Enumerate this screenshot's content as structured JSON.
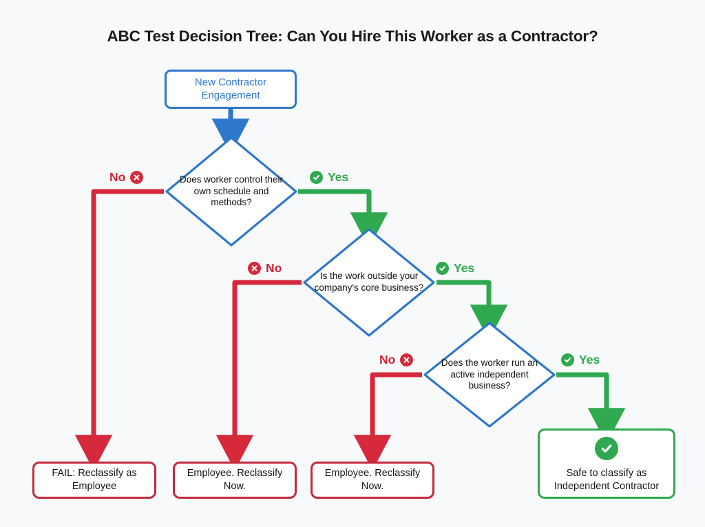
{
  "page": {
    "title": "ABC Test Decision Tree: Can You Hire This Worker as a Contractor?",
    "background_color": "#f7f9fa"
  },
  "colors": {
    "blue": "#2f77c9",
    "green": "#2fa84f",
    "red_line": "#d6293c",
    "red_border": "#c5283d",
    "text": "#141414"
  },
  "nodes": {
    "start": {
      "label": "New Contractor Engagement",
      "line1": "New Contractor",
      "line2": "Engagement",
      "type": "start",
      "color": "#2f77c9"
    },
    "decision_1": {
      "label": "Does worker control their own schedule and methods?",
      "type": "decision",
      "color": "#2f77c9"
    },
    "decision_2": {
      "label": "Is the work outside your company's core business?",
      "type": "decision",
      "color": "#2f77c9"
    },
    "decision_3": {
      "label": "Does the worker run an active independent business?",
      "type": "decision",
      "color": "#2f77c9"
    },
    "result_1": {
      "label": "FAIL: Reclassify as Employee",
      "type": "fail",
      "color": "#c5283d"
    },
    "result_2": {
      "label": "Employee. Reclassify Now.",
      "type": "fail",
      "color": "#c5283d"
    },
    "result_3": {
      "label": "Employee. Reclassify Now.",
      "type": "fail",
      "color": "#c5283d"
    },
    "result_4": {
      "label": "Safe to classify as Independent Contractor",
      "type": "pass",
      "color": "#2fa84f",
      "icon": "check-circle-icon"
    }
  },
  "edge_labels": {
    "no_1": {
      "text": "No",
      "icon": "x-circle-icon",
      "icon_side": "right",
      "color": "#cf2233"
    },
    "yes_1": {
      "text": "Yes",
      "icon": "check-circle-icon",
      "icon_side": "left",
      "color": "#2fa84f"
    },
    "no_2": {
      "text": "No",
      "icon": "x-circle-icon",
      "icon_side": "left",
      "color": "#cf2233"
    },
    "yes_2": {
      "text": "Yes",
      "icon": "check-circle-icon",
      "icon_side": "left",
      "color": "#2fa84f"
    },
    "no_3": {
      "text": "No",
      "icon": "x-circle-icon",
      "icon_side": "right",
      "color": "#cf2233"
    },
    "yes_3": {
      "text": "Yes",
      "icon": "check-circle-icon",
      "icon_side": "left",
      "color": "#2fa84f"
    }
  },
  "chart_data": {
    "type": "diagram",
    "diagram_kind": "decision-tree-flowchart",
    "title": "ABC Test Decision Tree: Can You Hire This Worker as a Contractor?",
    "nodes": [
      {
        "id": "start",
        "kind": "start",
        "text": "New Contractor Engagement"
      },
      {
        "id": "d1",
        "kind": "decision",
        "text": "Does worker control their own schedule and methods?"
      },
      {
        "id": "d2",
        "kind": "decision",
        "text": "Is the work outside your company's core business?"
      },
      {
        "id": "d3",
        "kind": "decision",
        "text": "Does the worker run an active independent business?"
      },
      {
        "id": "r1",
        "kind": "terminal-fail",
        "text": "FAIL: Reclassify as Employee"
      },
      {
        "id": "r2",
        "kind": "terminal-fail",
        "text": "Employee. Reclassify Now."
      },
      {
        "id": "r3",
        "kind": "terminal-fail",
        "text": "Employee. Reclassify Now."
      },
      {
        "id": "r4",
        "kind": "terminal-pass",
        "text": "Safe to classify as Independent Contractor"
      }
    ],
    "edges": [
      {
        "from": "start",
        "to": "d1",
        "label": "",
        "color": "#2f77c9"
      },
      {
        "from": "d1",
        "to": "r1",
        "label": "No",
        "color": "#d6293c"
      },
      {
        "from": "d1",
        "to": "d2",
        "label": "Yes",
        "color": "#2fa84f"
      },
      {
        "from": "d2",
        "to": "r2",
        "label": "No",
        "color": "#d6293c"
      },
      {
        "from": "d2",
        "to": "d3",
        "label": "Yes",
        "color": "#2fa84f"
      },
      {
        "from": "d3",
        "to": "r3",
        "label": "No",
        "color": "#d6293c"
      },
      {
        "from": "d3",
        "to": "r4",
        "label": "Yes",
        "color": "#2fa84f"
      }
    ]
  }
}
